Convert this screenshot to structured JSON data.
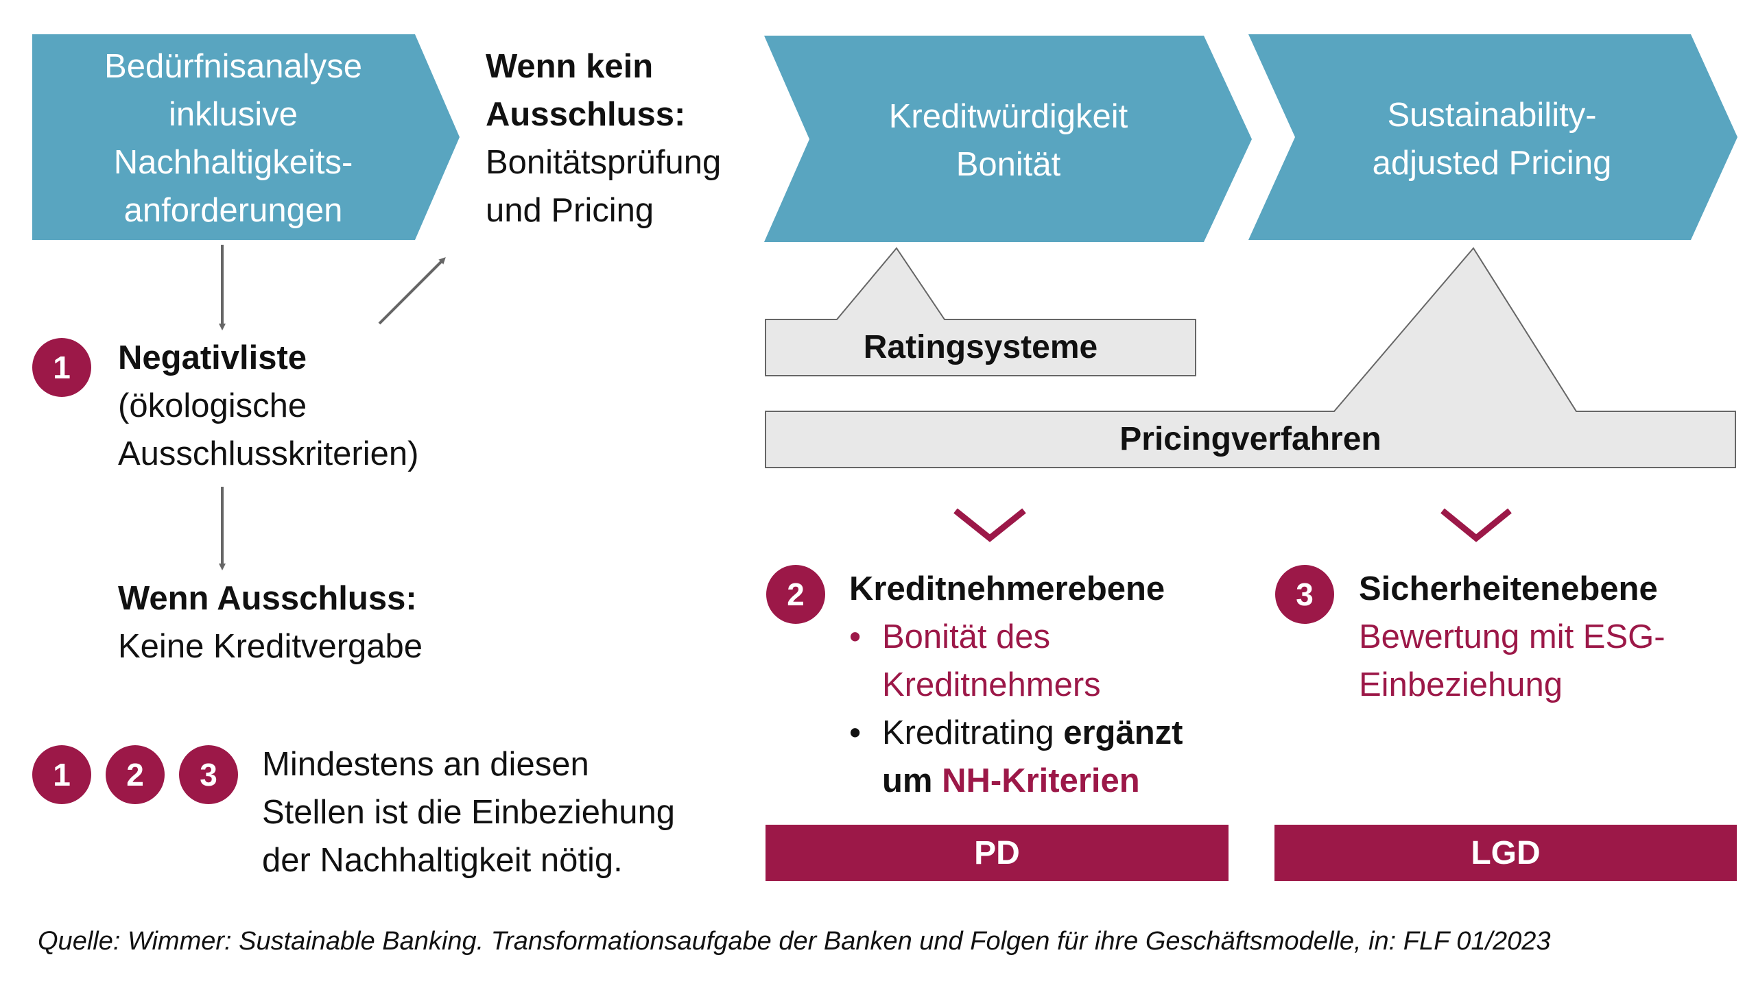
{
  "colors": {
    "chevron": "#59a5c0",
    "accent": "#9c1848",
    "gray_box": "#e8e8e8",
    "arrow": "#666666"
  },
  "step1": {
    "lines": [
      "Bedürfnisanalyse",
      "inklusive",
      "Nachhaltigkeits-",
      "anforderungen"
    ]
  },
  "step_middle": {
    "bold_lines": [
      "Wenn kein",
      "Ausschluss:"
    ],
    "lines": [
      "Bonitätsprüfung",
      "und Pricing"
    ]
  },
  "step2": {
    "lines": [
      "Kreditwürdigkeit",
      "Bonität"
    ]
  },
  "step3": {
    "lines": [
      "Sustainability-",
      "adjusted Pricing"
    ]
  },
  "negativliste": {
    "badge": "1",
    "title": "Negativliste",
    "lines": [
      "(ökologische",
      "Ausschlusskriterien)"
    ]
  },
  "exclusion": {
    "title": "Wenn Ausschluss:",
    "text": "Keine Kreditvergabe"
  },
  "legend": {
    "badges": [
      "1",
      "2",
      "3"
    ],
    "lines": [
      "Mindestens an diesen",
      "Stellen ist die Einbeziehung",
      "der Nachhaltigkeit nötig."
    ]
  },
  "ratingsysteme": "Ratingsysteme",
  "pricingverfahren": "Pricingverfahren",
  "kreditnehmer": {
    "badge": "2",
    "title": "Kreditnehmerebene",
    "bullet1": [
      "Bonität des",
      "Kreditnehmers"
    ],
    "bullet2_a": "Kreditrating ",
    "bullet2_b": "ergänzt",
    "bullet2_c": "um ",
    "bullet2_d": "NH-Kriterien",
    "bar": "PD"
  },
  "sicherheiten": {
    "badge": "3",
    "title": "Sicherheitenebene",
    "lines": [
      "Bewertung mit ESG-",
      "Einbeziehung"
    ],
    "bar": "LGD"
  },
  "source": "Quelle: Wimmer: Sustainable Banking. Transformationsaufgabe der Banken und Folgen für ihre Geschäftsmodelle, in: FLF 01/2023"
}
